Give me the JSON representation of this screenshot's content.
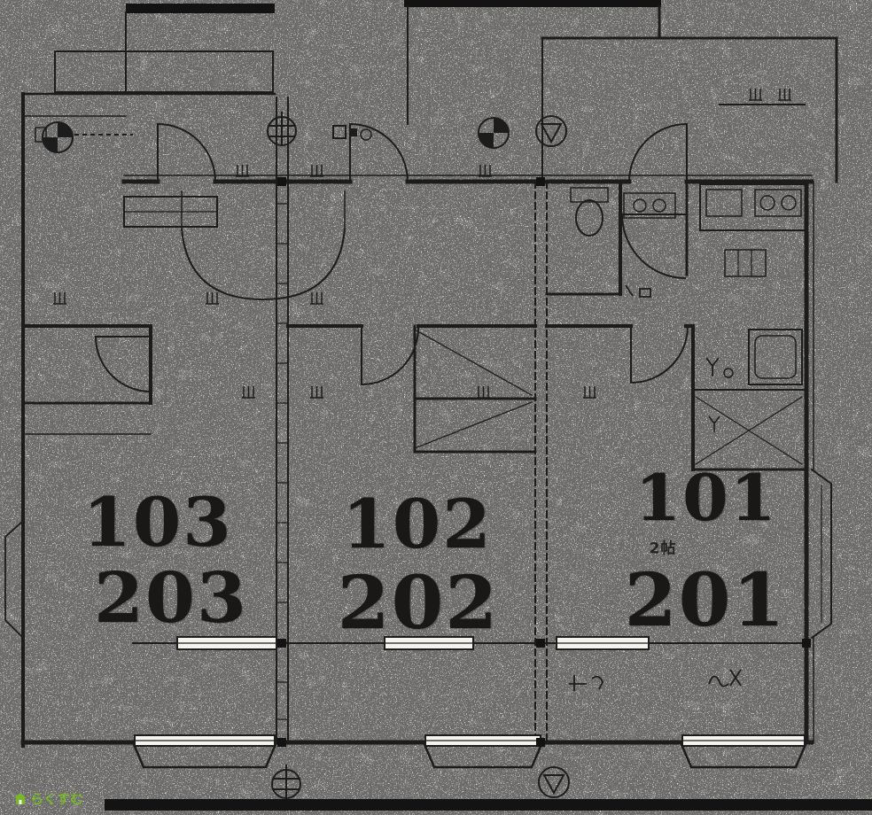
{
  "page": {
    "paper_color": "#f4f3ee",
    "ink_color": "#1c1c1c"
  },
  "plan": {
    "units": [
      {
        "id": "left-unit",
        "room_numbers": [
          "103",
          "203"
        ]
      },
      {
        "id": "middle-unit",
        "room_numbers": [
          "102",
          "202"
        ]
      },
      {
        "id": "right-unit",
        "room_numbers": [
          "101",
          "201"
        ],
        "note": "2帖"
      }
    ],
    "symbols": [
      {
        "name": "fan-quadrant-symbol",
        "count": 2
      },
      {
        "name": "meter-grid-symbol",
        "count": 2
      },
      {
        "name": "triangle-drain-symbol",
        "count": 2
      }
    ],
    "fixtures": [
      "toilet",
      "washbasin",
      "kitchen-sink",
      "gas-stove",
      "bathtub",
      "closet",
      "balcony"
    ]
  },
  "watermark": {
    "text": "らくすむ",
    "color": "#76b82a",
    "icon": "house-icon"
  }
}
